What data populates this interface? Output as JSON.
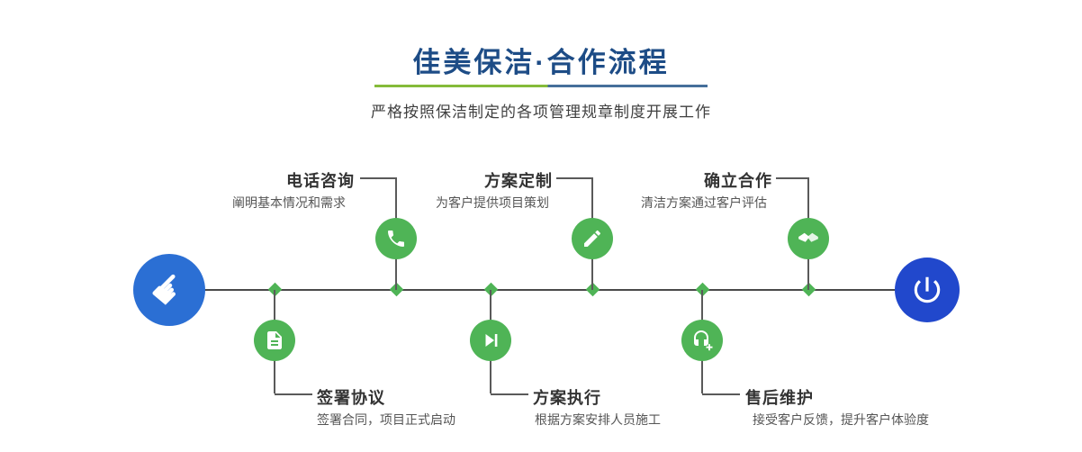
{
  "header": {
    "title": "佳美保洁·合作流程",
    "subtitle": "严格按照保洁制定的各项管理规章制度开展工作"
  },
  "timeline": {
    "start_icon": "hand-pointer",
    "end_icon": "power-button"
  },
  "steps_top": [
    {
      "title": "电话咨询",
      "desc": "阐明基本情况和需求",
      "icon": "phone-icon"
    },
    {
      "title": "方案定制",
      "desc": "为客户提供项目策划",
      "icon": "pen-icon"
    },
    {
      "title": "确立合作",
      "desc": "清洁方案通过客户评估",
      "icon": "handshake-icon"
    }
  ],
  "steps_bottom": [
    {
      "title": "签署协议",
      "desc": "签署合同，项目正式启动",
      "icon": "contract-icon"
    },
    {
      "title": "方案执行",
      "desc": "根据方案安排人员施工",
      "icon": "play-icon"
    },
    {
      "title": "售后维护",
      "desc": "接受客户反馈，提升客户体验度",
      "icon": "headset-icon"
    }
  ],
  "colors": {
    "title_navy": "#1d4c86",
    "accent_green": "#4fb456",
    "accent_blue": "#2b6fd4",
    "accent_blue_dark": "#2148cc",
    "line_gray": "#4a4a4a",
    "divider_green": "#85bb3a",
    "divider_blue": "#456f9b"
  }
}
